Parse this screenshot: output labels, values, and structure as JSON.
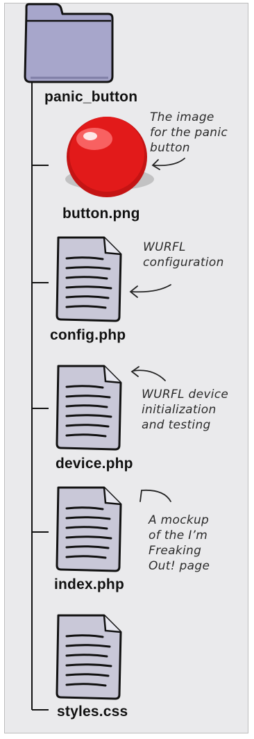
{
  "folder": {
    "name": "panic_button"
  },
  "files": [
    {
      "name": "button.png",
      "icon": "red-button-icon",
      "note": "The image\nfor the panic\nbutton"
    },
    {
      "name": "config.php",
      "icon": "file-icon",
      "note": "WURFL\nconfiguration"
    },
    {
      "name": "device.php",
      "icon": "file-icon",
      "note": "WURFL device\ninitialization\nand testing"
    },
    {
      "name": "index.php",
      "icon": "file-icon",
      "note": "A mockup\nof the I’m\nFreaking\nOut! page"
    },
    {
      "name": "styles.css",
      "icon": "file-icon",
      "note": ""
    }
  ],
  "colors": {
    "panel": "#eaeaec",
    "folder": "#a7a6cb",
    "file": "#c9c8d8",
    "button_red": "#e21a1a"
  }
}
